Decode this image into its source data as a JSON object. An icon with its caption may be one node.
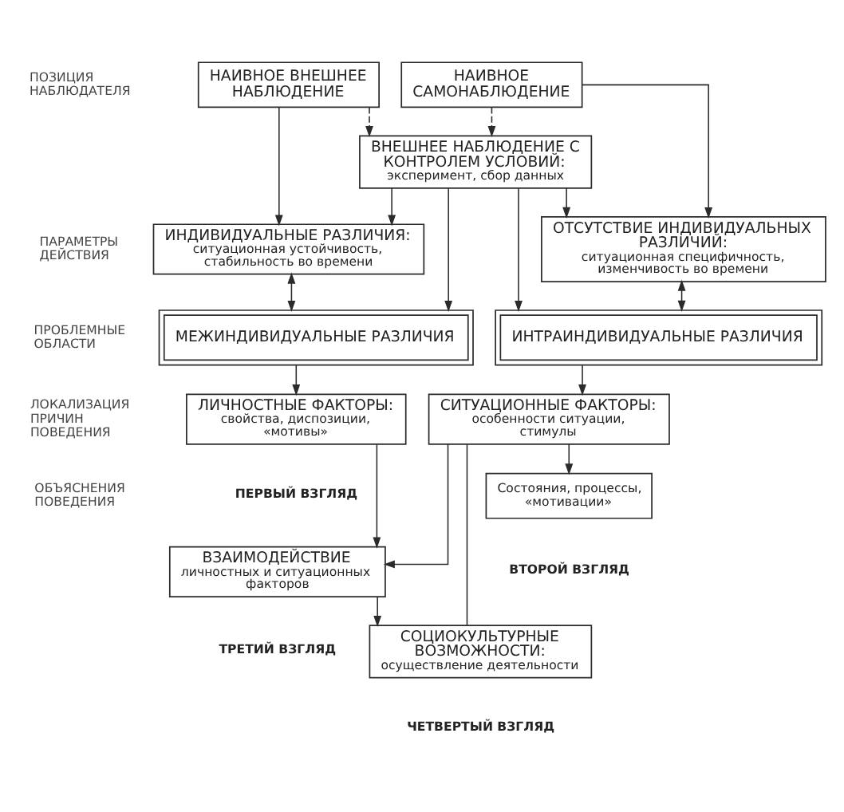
{
  "diagram": {
    "nodes": [
      {
        "text": [
          "НАИВНОЕ ВНЕШНЕЕ НАБЛЮДЕНИЕ"
        ]
      },
      {
        "text": [
          "ВНЕШНЕЕ НАБЛЮДЕНИЕ С КОНТРОЛЕМ УСЛОВИЙ:",
          "эксперимент, сбор данных"
        ]
      },
      {
        "text": [
          "НАИВНОЕ САМОНАБЛЮДЕНИЕ"
        ]
      },
      {
        "text": [
          "ИНДИВИДУАЛЬНЫЕ РАЗЛИЧИЯ:",
          "ситуационная устойчивость, стабильность во времени"
        ]
      },
      {
        "text": [
          "ОТСУТСТВИЕ ИНДИВИДУАЛЬНЫХ РАЗЛИЧИЙ:",
          "ситуационная специфичность, изменчивость во времени"
        ]
      },
      {
        "text": [
          "МЕЖИНДИВИДУАЛЬНЫЕ РАЗЛИЧИЯ"
        ]
      },
      {
        "text": [
          "ИНТРАИНДИВИДУАЛЬНЫЕ РАЗЛИЧИЯ"
        ]
      },
      {
        "text": [
          "ЛИЧНОСТНЫЕ ФАКТОРЫ:",
          "свойства, диспозиции, «мотивы»"
        ],
        "beside": [
          "ПЕРВЫЙ ВЗГЛЯД"
        ]
      },
      {
        "text": [
          "СИТУАЦИОННЫЕ ФАКТОРЫ:",
          "особенности ситуации, стимулы"
        ]
      },
      {
        "text": [
          "Состояния, процессы, «мотивации»"
        ],
        "beside": [
          "ВТОРОЙ ВЗГЛЯД"
        ]
      },
      {
        "text": [
          "ВЗАИМОДЕЙСТВИЕ",
          "личностных и ситуационных факторов"
        ],
        "beside": [
          "ТРЕТИЙ ВЗГЛЯД"
        ]
      },
      {
        "text": [
          "СОЦИОКУЛЬТУРНЫЕ ВОЗМОЖНОСТИ:",
          "осуществление деятельности"
        ],
        "beside": [
          "ЧЕТВЕРТЫЙ ВЗГЛЯД"
        ]
      }
    ],
    "edges": [
      {
        "from": 0,
        "to": 1,
        "arrow": "to",
        "style": "dashed"
      },
      {
        "from": 2,
        "to": 1,
        "arrow": "to",
        "style": "dashed"
      },
      {
        "from": 0,
        "to": 3,
        "arrow": "to"
      },
      {
        "from": 1,
        "to": 3,
        "arrow": "to"
      },
      {
        "from": 1,
        "to": 5,
        "arrow": "to"
      },
      {
        "from": 1,
        "to": 6,
        "arrow": "to"
      },
      {
        "from": 1,
        "to": 4,
        "arrow": "to"
      },
      {
        "from": 2,
        "to": 4,
        "arrow": "to"
      },
      {
        "from": 3,
        "to": 5,
        "arrow": "both"
      },
      {
        "from": 4,
        "to": 6,
        "arrow": "both"
      },
      {
        "from": 5,
        "to": 7,
        "arrow": "to"
      },
      {
        "from": 6,
        "to": 8,
        "arrow": "to"
      },
      {
        "from": 8,
        "to": 9,
        "arrow": "to"
      },
      {
        "from": 7,
        "to": 10,
        "arrow": "to"
      },
      {
        "from": 8,
        "to": 10,
        "arrow": "to"
      },
      {
        "from": 10,
        "to": 11,
        "arrow": "to"
      },
      {
        "from": 8,
        "to": 11,
        "arrow": "none"
      }
    ],
    "labels": [
      "ПОЗИЦИЯ НАБЛЮДАТЕЛЯ",
      "ПАРАМЕТРЫ ДЕЙСТВИЯ",
      "ПРОБЛЕМНЫЕ ОБЛАСТИ",
      "ЛОКАЛИЗАЦИЯ ПРИЧИН ПОВЕДЕНИЯ",
      "ОБЪЯСНЕНИЯ ПОВЕДЕНИЯ"
    ]
  }
}
